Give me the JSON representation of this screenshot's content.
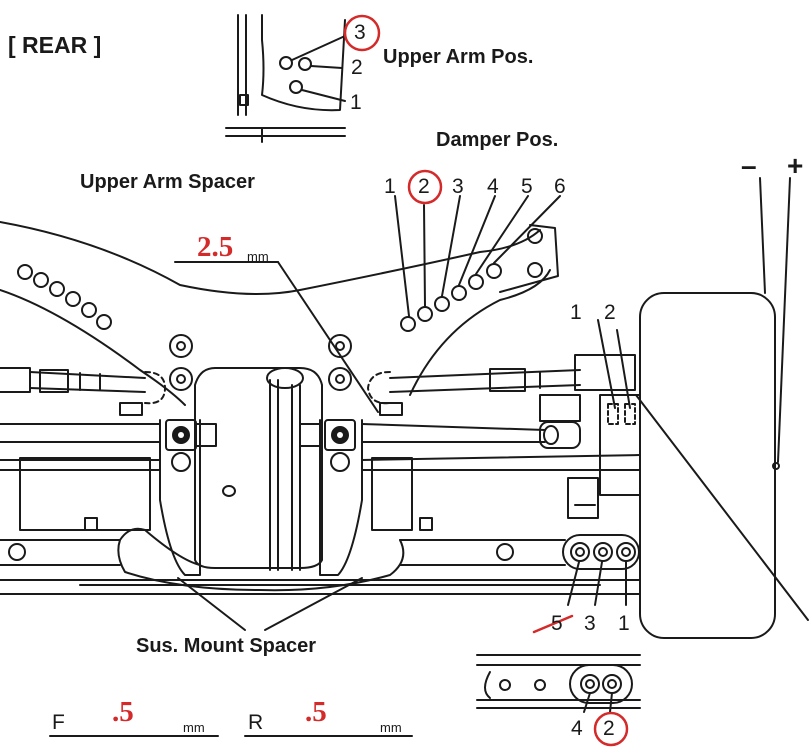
{
  "section_label": "[ REAR ]",
  "upper_arm_pos": {
    "title": "Upper Arm Pos.",
    "positions": [
      "3",
      "2",
      "1"
    ],
    "selected": "3"
  },
  "damper_pos": {
    "title": "Damper Pos.",
    "positions": [
      "1",
      "2",
      "3",
      "4",
      "5",
      "6"
    ],
    "selected": "2"
  },
  "upper_arm_spacer": {
    "title": "Upper Arm Spacer",
    "value": "2.5",
    "unit": "mm"
  },
  "tire_camber": {
    "minus": "–",
    "plus": "+"
  },
  "hub_positions": [
    "1",
    "2"
  ],
  "lower_mount_pos": {
    "positions": [
      "5",
      "3",
      "1"
    ],
    "crossed_out": "5"
  },
  "lower_sub_pos": {
    "positions": [
      "4",
      "2"
    ],
    "selected": "2"
  },
  "sus_mount_spacer": {
    "title": "Sus. Mount Spacer",
    "front_label": "F",
    "front_value": ".5",
    "rear_label": "R",
    "rear_value": ".5",
    "unit": "mm"
  },
  "colors": {
    "line": "#1a1a1a",
    "annotation": "#d42a2a",
    "background": "#ffffff"
  }
}
